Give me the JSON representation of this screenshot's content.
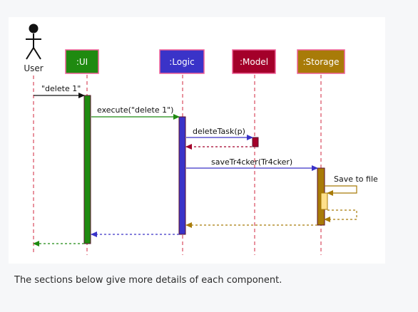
{
  "diagram": {
    "participants": {
      "user": "User",
      "ui": ":UI",
      "logic": ":Logic",
      "model": ":Model",
      "storage": ":Storage"
    },
    "messages": {
      "m1": "\"delete 1\"",
      "m2": "execute(\"delete 1\")",
      "m3": "deleteTask(p)",
      "m4": "saveTr4cker(Tr4cker)",
      "m5": "Save to file"
    },
    "colors": {
      "ui": "#1f8a10",
      "logic": "#3a33c8",
      "model": "#a4002a",
      "storage": "#a87b08",
      "storage_inner": "#ffe08a",
      "lifeline": "#d0243d"
    }
  },
  "caption": "The sections below give more details of each component."
}
